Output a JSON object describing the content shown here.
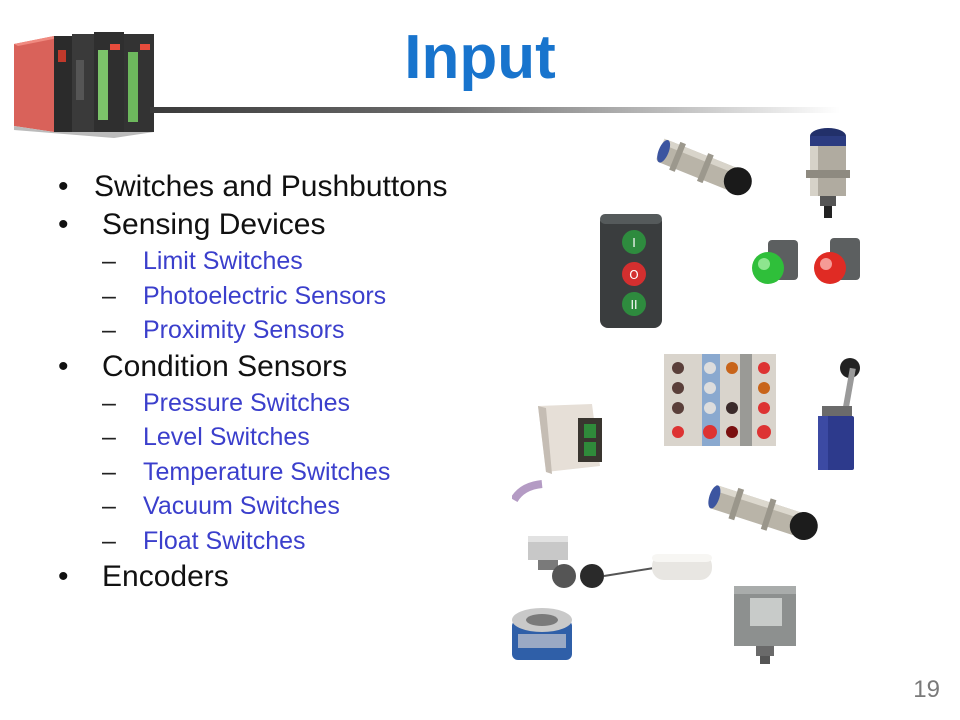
{
  "slide": {
    "title": "Input",
    "page_number": "19"
  },
  "bullets": [
    {
      "text": "Switches and Pushbuttons",
      "indent": false,
      "sub": []
    },
    {
      "text": "Sensing Devices",
      "indent": true,
      "sub": [
        "Limit Switches",
        "Photoelectric Sensors",
        "Proximity Sensors"
      ]
    },
    {
      "text": "Condition Sensors",
      "indent": true,
      "sub": [
        "Pressure Switches",
        "Level Switches",
        "Temperature Switches",
        "Vacuum Switches",
        "Float Switches"
      ]
    },
    {
      "text": "Encoders",
      "indent": true,
      "sub": []
    }
  ],
  "markers": {
    "bullet": "•",
    "dash": "–"
  },
  "pushbutton_box": {
    "buttons": [
      "I",
      "O",
      "II"
    ]
  },
  "colors": {
    "title": "#1874cd",
    "subitem": "#3b3fcc",
    "page_number": "#7a7a7a"
  }
}
